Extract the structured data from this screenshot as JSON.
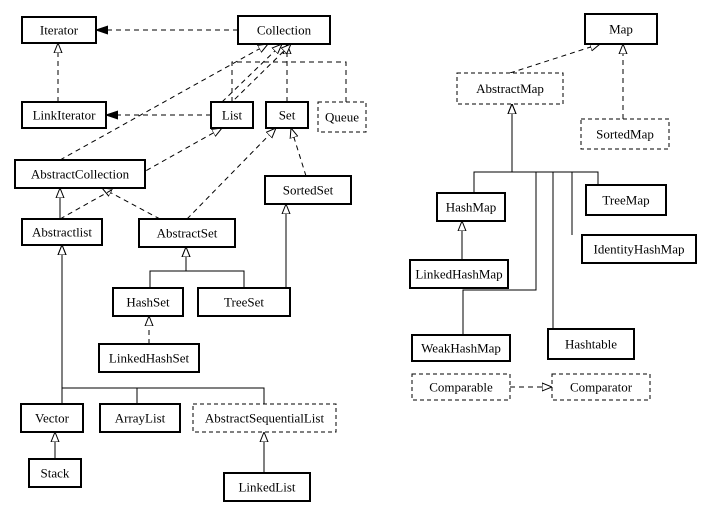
{
  "boxes": [
    {
      "id": "iterator",
      "label": "Iterator",
      "style": "solid"
    },
    {
      "id": "collection",
      "label": "Collection",
      "style": "solid"
    },
    {
      "id": "linkiterator",
      "label": "LinkIterator",
      "style": "solid"
    },
    {
      "id": "list",
      "label": "List",
      "style": "solid"
    },
    {
      "id": "set",
      "label": "Set",
      "style": "solid"
    },
    {
      "id": "queue",
      "label": "Queue",
      "style": "dashed"
    },
    {
      "id": "abstractcollection",
      "label": "AbstractCollection",
      "style": "solid"
    },
    {
      "id": "sortedset",
      "label": "SortedSet",
      "style": "solid"
    },
    {
      "id": "abstractlist",
      "label": "Abstractlist",
      "style": "solid"
    },
    {
      "id": "abstractset",
      "label": "AbstractSet",
      "style": "solid"
    },
    {
      "id": "hashset",
      "label": "HashSet",
      "style": "solid"
    },
    {
      "id": "treeset",
      "label": "TreeSet",
      "style": "solid"
    },
    {
      "id": "linkedhashset",
      "label": "LinkedHashSet",
      "style": "solid"
    },
    {
      "id": "vector",
      "label": "Vector",
      "style": "solid"
    },
    {
      "id": "arraylist",
      "label": "ArrayList",
      "style": "solid"
    },
    {
      "id": "abstractsequentiallist",
      "label": "AbstractSequentialList",
      "style": "dashed"
    },
    {
      "id": "stack",
      "label": "Stack",
      "style": "solid"
    },
    {
      "id": "linkedlist",
      "label": "LinkedList",
      "style": "solid"
    },
    {
      "id": "map",
      "label": "Map",
      "style": "solid"
    },
    {
      "id": "abstractmap",
      "label": "AbstractMap",
      "style": "dashed"
    },
    {
      "id": "sortedmap",
      "label": "SortedMap",
      "style": "dashed"
    },
    {
      "id": "hashmap",
      "label": "HashMap",
      "style": "solid"
    },
    {
      "id": "treemap",
      "label": "TreeMap",
      "style": "solid"
    },
    {
      "id": "identityhashmap",
      "label": "IdentityHashMap",
      "style": "solid"
    },
    {
      "id": "linkedhashmap",
      "label": "LinkedHashMap",
      "style": "solid"
    },
    {
      "id": "weakhashmap",
      "label": "WeakHashMap",
      "style": "solid"
    },
    {
      "id": "hashtable",
      "label": "Hashtable",
      "style": "solid"
    },
    {
      "id": "comparable",
      "label": "Comparable",
      "style": "dashed"
    },
    {
      "id": "comparator",
      "label": "Comparator",
      "style": "dashed"
    }
  ],
  "edges": [
    {
      "from": "collection",
      "to": "iterator",
      "line": "dashed",
      "head": "filled"
    },
    {
      "from": "linkiterator",
      "to": "iterator",
      "line": "dashed",
      "head": "hollow"
    },
    {
      "from": "list",
      "to": "linkiterator",
      "line": "dashed",
      "head": "filled"
    },
    {
      "from": "list",
      "to": "collection",
      "line": "dashed",
      "head": "hollow"
    },
    {
      "from": "set",
      "to": "collection",
      "line": "dashed",
      "head": "hollow"
    },
    {
      "from": "queue",
      "to": "collection",
      "line": "dashed",
      "head": "hollow"
    },
    {
      "from": "abstractcollection",
      "to": "collection",
      "line": "dashed",
      "head": "hollow"
    },
    {
      "from": "abstractlist",
      "to": "abstractcollection",
      "line": "solid",
      "head": "hollow"
    },
    {
      "from": "abstractset",
      "to": "abstractcollection",
      "line": "dashed",
      "head": "hollow"
    },
    {
      "from": "abstractlist",
      "to": "list",
      "line": "dashed",
      "head": "hollow"
    },
    {
      "from": "abstractset",
      "to": "set",
      "line": "dashed",
      "head": "hollow"
    },
    {
      "from": "sortedset",
      "to": "set",
      "line": "dashed",
      "head": "hollow"
    },
    {
      "from": "hashset",
      "to": "abstractset",
      "line": "solid",
      "head": "hollow"
    },
    {
      "from": "treeset",
      "to": "abstractset",
      "line": "solid",
      "head": "hollow"
    },
    {
      "from": "treeset",
      "to": "sortedset",
      "line": "solid",
      "head": "hollow"
    },
    {
      "from": "linkedhashset",
      "to": "hashset",
      "line": "dashed",
      "head": "hollow"
    },
    {
      "from": "vector",
      "to": "abstractlist",
      "line": "solid",
      "head": "hollow"
    },
    {
      "from": "arraylist",
      "to": "abstractlist",
      "line": "solid",
      "head": "hollow"
    },
    {
      "from": "abstractsequentiallist",
      "to": "abstractlist",
      "line": "solid",
      "head": "hollow"
    },
    {
      "from": "stack",
      "to": "vector",
      "line": "solid",
      "head": "hollow"
    },
    {
      "from": "linkedlist",
      "to": "abstractsequentiallist",
      "line": "solid",
      "head": "hollow"
    },
    {
      "from": "abstractmap",
      "to": "map",
      "line": "dashed",
      "head": "hollow"
    },
    {
      "from": "sortedmap",
      "to": "map",
      "line": "dashed",
      "head": "hollow"
    },
    {
      "from": "hashmap",
      "to": "abstractmap",
      "line": "solid",
      "head": "hollow"
    },
    {
      "from": "treemap",
      "to": "abstractmap",
      "line": "solid",
      "head": "hollow"
    },
    {
      "from": "treemap",
      "to": "sortedmap",
      "line": "solid",
      "head": "hollow"
    },
    {
      "from": "identityhashmap",
      "to": "abstractmap",
      "line": "solid",
      "head": "hollow"
    },
    {
      "from": "weakhashmap",
      "to": "abstractmap",
      "line": "solid",
      "head": "hollow"
    },
    {
      "from": "hashtable",
      "to": "abstractmap",
      "line": "solid",
      "head": "hollow"
    },
    {
      "from": "linkedhashmap",
      "to": "hashmap",
      "line": "dashed",
      "head": "hollow"
    },
    {
      "from": "comparable",
      "to": "comparator",
      "line": "solid",
      "head": "both-filled"
    }
  ]
}
